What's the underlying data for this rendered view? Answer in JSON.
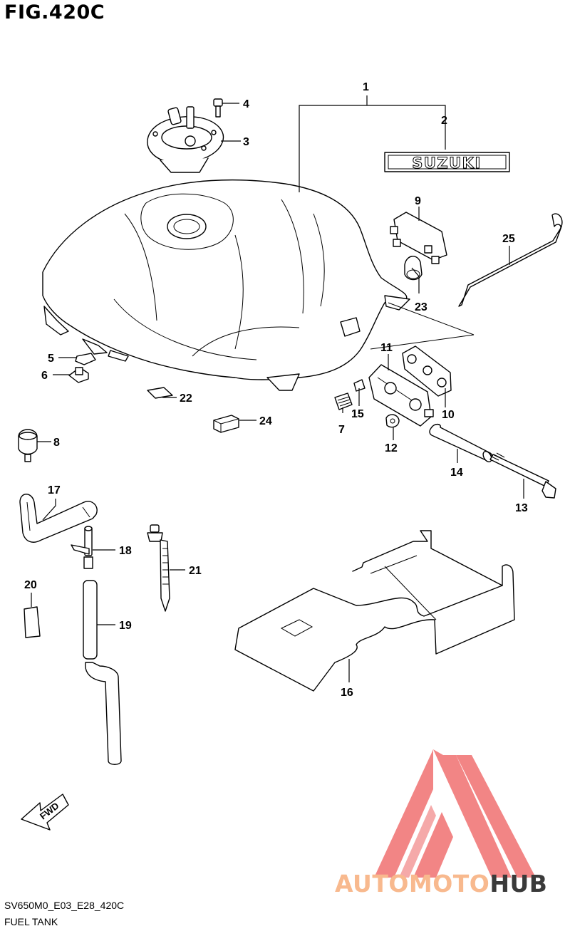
{
  "figure": {
    "title": "FIG.420C"
  },
  "diagram": {
    "brand_emblem": "SUZUKI",
    "fwd_label": "FWD",
    "callouts": [
      {
        "id": "1",
        "label": "1"
      },
      {
        "id": "2",
        "label": "2"
      },
      {
        "id": "3",
        "label": "3"
      },
      {
        "id": "4",
        "label": "4"
      },
      {
        "id": "5",
        "label": "5"
      },
      {
        "id": "6",
        "label": "6"
      },
      {
        "id": "7",
        "label": "7"
      },
      {
        "id": "8",
        "label": "8"
      },
      {
        "id": "9",
        "label": "9"
      },
      {
        "id": "10",
        "label": "10"
      },
      {
        "id": "11",
        "label": "11"
      },
      {
        "id": "12",
        "label": "12"
      },
      {
        "id": "13",
        "label": "13"
      },
      {
        "id": "14",
        "label": "14"
      },
      {
        "id": "15",
        "label": "15"
      },
      {
        "id": "16",
        "label": "16"
      },
      {
        "id": "17",
        "label": "17"
      },
      {
        "id": "18",
        "label": "18"
      },
      {
        "id": "19",
        "label": "19"
      },
      {
        "id": "20",
        "label": "20"
      },
      {
        "id": "21",
        "label": "21"
      },
      {
        "id": "22",
        "label": "22"
      },
      {
        "id": "23",
        "label": "23"
      },
      {
        "id": "24",
        "label": "24"
      },
      {
        "id": "25",
        "label": "25"
      }
    ]
  },
  "footer": {
    "code": "SV650M0_E03_E28_420C",
    "caption": "FUEL TANK"
  },
  "watermark": {
    "part1": "AUTO",
    "part2": "MOTO",
    "part3": "HUB",
    "color_light": "#f8b98e",
    "color_dark": "#3a3a3a",
    "logo_color": "#f07070"
  }
}
